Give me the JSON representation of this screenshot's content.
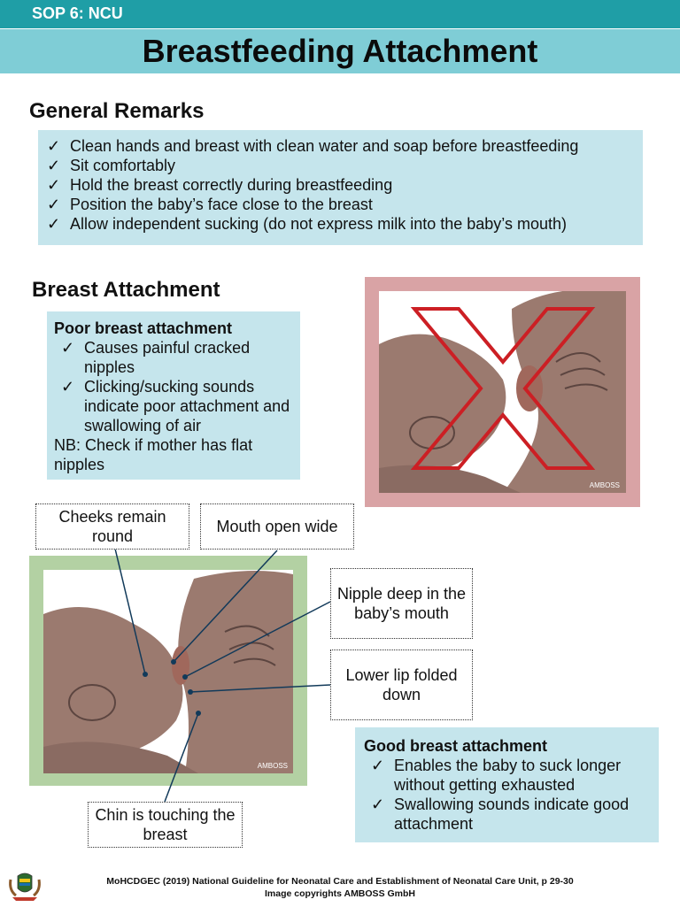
{
  "header": {
    "tag": "SOP 6: NCU",
    "title": "Breastfeeding Attachment"
  },
  "general": {
    "heading": "General Remarks",
    "items": [
      "Clean hands and breast with clean water and soap before breastfeeding",
      "Sit comfortably",
      "Hold the breast correctly during breastfeeding",
      "Position the baby’s face close to the breast",
      "Allow independent sucking (do not express milk into the baby’s mouth)"
    ]
  },
  "attachment": {
    "heading": "Breast Attachment",
    "poor": {
      "title": "Poor breast attachment",
      "items": [
        "Causes  painful cracked nipples",
        "Clicking/sucking sounds indicate poor attachment and swallowing of air"
      ],
      "note": "NB: Check if mother has flat nipples"
    },
    "good": {
      "title": "Good breast attachment",
      "items": [
        "Enables the baby to suck longer without getting exhausted",
        "Swallowing sounds indicate good attachment"
      ]
    },
    "callouts": {
      "cheeks": "Cheeks remain round",
      "mouth": "Mouth open wide",
      "nipple": "Nipple deep in the baby’s mouth",
      "lip": "Lower lip folded down",
      "chin": "Chin is touching the breast"
    },
    "watermark": "AMBOSS"
  },
  "footer": {
    "citation": "MoHCDGEC (2019) National Guideline for Neonatal Care and Establishment of Neonatal Care Unit, p 29-30",
    "copyright": "Image copyrights AMBOSS GmbH"
  },
  "colors": {
    "topbar": "#1f9ea6",
    "titlebar": "#7fcdd6",
    "box": "#c5e5ec",
    "bad_frame": "#d9a3a5",
    "good_frame": "#b3d1a3",
    "skin": "#9b7a6f",
    "cross": "#cc1f24"
  }
}
